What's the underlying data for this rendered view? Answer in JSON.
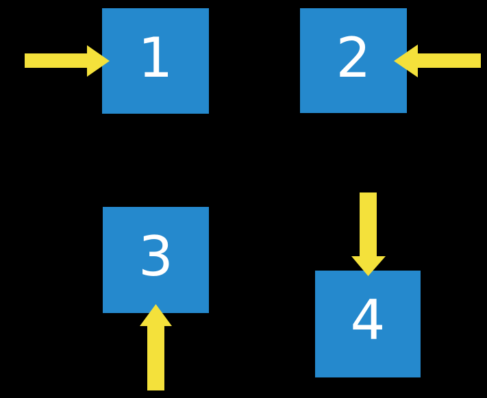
{
  "colors": {
    "background": "#000000",
    "square_fill": "#2589CD",
    "arrow_fill": "#F4E13B",
    "label_text": "#FFFFFF"
  },
  "squares": [
    {
      "label": "1",
      "arrow": {
        "direction": "right",
        "enters_from": "left"
      }
    },
    {
      "label": "2",
      "arrow": {
        "direction": "left",
        "enters_from": "right"
      }
    },
    {
      "label": "3",
      "arrow": {
        "direction": "up",
        "enters_from": "bottom"
      }
    },
    {
      "label": "4",
      "arrow": {
        "direction": "down",
        "enters_from": "top"
      }
    }
  ]
}
